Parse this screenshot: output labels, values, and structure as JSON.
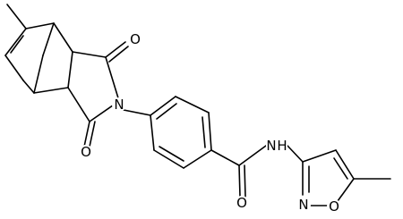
{
  "molecule": {
    "atoms": {
      "o_top": "O",
      "o_bottom": "O",
      "n_imide": "N",
      "n_amide": "N",
      "h_amide": "H",
      "o_amide": "O",
      "n_ring": "N",
      "o_ring": "O"
    },
    "colors": {
      "bond": "#000000",
      "label": "#000000",
      "background": "#ffffff"
    }
  }
}
